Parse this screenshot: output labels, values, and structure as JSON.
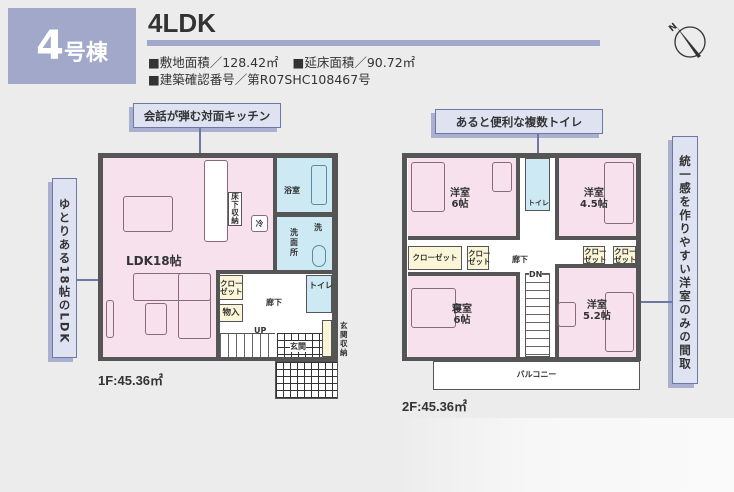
{
  "header": {
    "building_number": "4",
    "building_suffix": "号棟",
    "layout_type": "4LDK",
    "site_area": "■敷地面積／128.42㎡",
    "floor_area": "■延床面積／90.72㎡",
    "confirmation_number": "■建築確認番号／第R07SHC108467号"
  },
  "callouts": {
    "kitchen": "会話が弾む対面キッチン",
    "toilets": "あると便利な複数トイレ",
    "ldk": "ゆとりある18帖のLDK",
    "western_rooms": "統一感を作りやすい洋室のみの間取"
  },
  "compass": {
    "north_label": "N"
  },
  "floor1": {
    "label": "1F:45.36㎡",
    "rooms": {
      "ldk": "LDK18帖",
      "underfloor_storage": "床下収納",
      "fridge": "冷",
      "bath": "浴室",
      "washer": "洗",
      "washroom": "洗面所",
      "toilet": "トイレ",
      "closet": "クロー\nゼット",
      "storage": "物入",
      "hallway": "廊下",
      "up": "UP",
      "entrance": "玄関",
      "entrance_storage": "玄関収納"
    }
  },
  "floor2": {
    "label": "2F:45.36㎡",
    "rooms": {
      "western1": "洋室\n6帖",
      "western2": "洋室\n4.5帖",
      "western3": "洋室\n5.2帖",
      "bedroom": "寝室\n6帖",
      "toilet": "トイレ",
      "closet_wide": "クローゼット",
      "closet_a": "クロー\nゼット",
      "closet_b": "クロー\nゼット",
      "closet_c": "クロー\nゼット",
      "hallway": "廊下",
      "down": "DN",
      "balcony": "バルコニー"
    }
  },
  "colors": {
    "accent": "#a1a8c9",
    "room": "#f6e1ec",
    "wet": "#cde9f4",
    "storage": "#fbf6d8"
  }
}
